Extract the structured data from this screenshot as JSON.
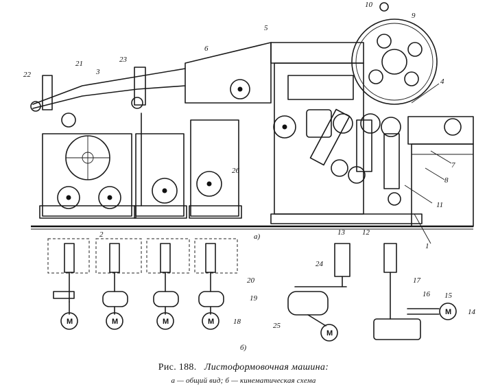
{
  "caption": {
    "figure": "Рис. 188.",
    "title": "Листоформовочная машина:",
    "subtitle": "а — общий вид; б — кинематическая схема"
  },
  "view_labels": {
    "a": "а)",
    "b": "б)"
  },
  "motor_letter": "M",
  "part_numbers": {
    "n1": "1",
    "n2": "2",
    "n3": "3",
    "n4": "4",
    "n5": "5",
    "n6": "6",
    "n7": "7",
    "n8": "8",
    "n9": "9",
    "n10": "10",
    "n11": "11",
    "n12": "12",
    "n13": "13",
    "n14": "14",
    "n15": "15",
    "n16": "16",
    "n17": "17",
    "n18": "18",
    "n19": "19",
    "n20": "20",
    "n21": "21",
    "n22": "22",
    "n23": "23",
    "n24": "24",
    "n25": "25",
    "n26": "26"
  }
}
